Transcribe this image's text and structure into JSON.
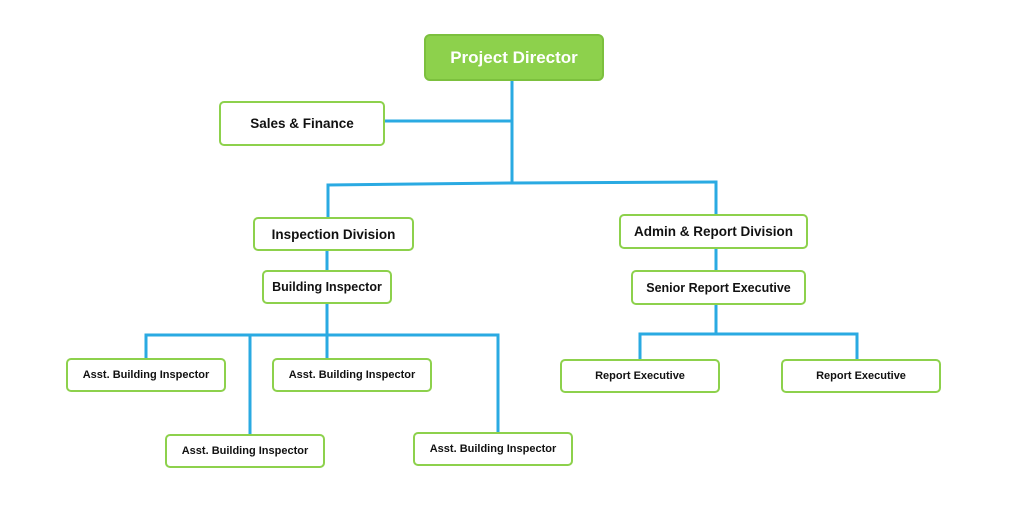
{
  "colors": {
    "connector": "#2aaae2",
    "node_border": "#8dd14c",
    "root_fill": "#8dd14c",
    "root_text": "#ffffff",
    "node_text": "#111111"
  },
  "org": {
    "root": "Project Director",
    "sales_finance": "Sales & Finance",
    "inspection_division": "Inspection Division",
    "building_inspector": "Building Inspector",
    "asst_building_inspector_1": "Asst. Building Inspector",
    "asst_building_inspector_2": "Asst. Building Inspector",
    "asst_building_inspector_3": "Asst. Building Inspector",
    "asst_building_inspector_4": "Asst. Building Inspector",
    "admin_report_division": "Admin & Report Division",
    "senior_report_executive": "Senior Report Executive",
    "report_executive_1": "Report Executive",
    "report_executive_2": "Report Executive"
  }
}
